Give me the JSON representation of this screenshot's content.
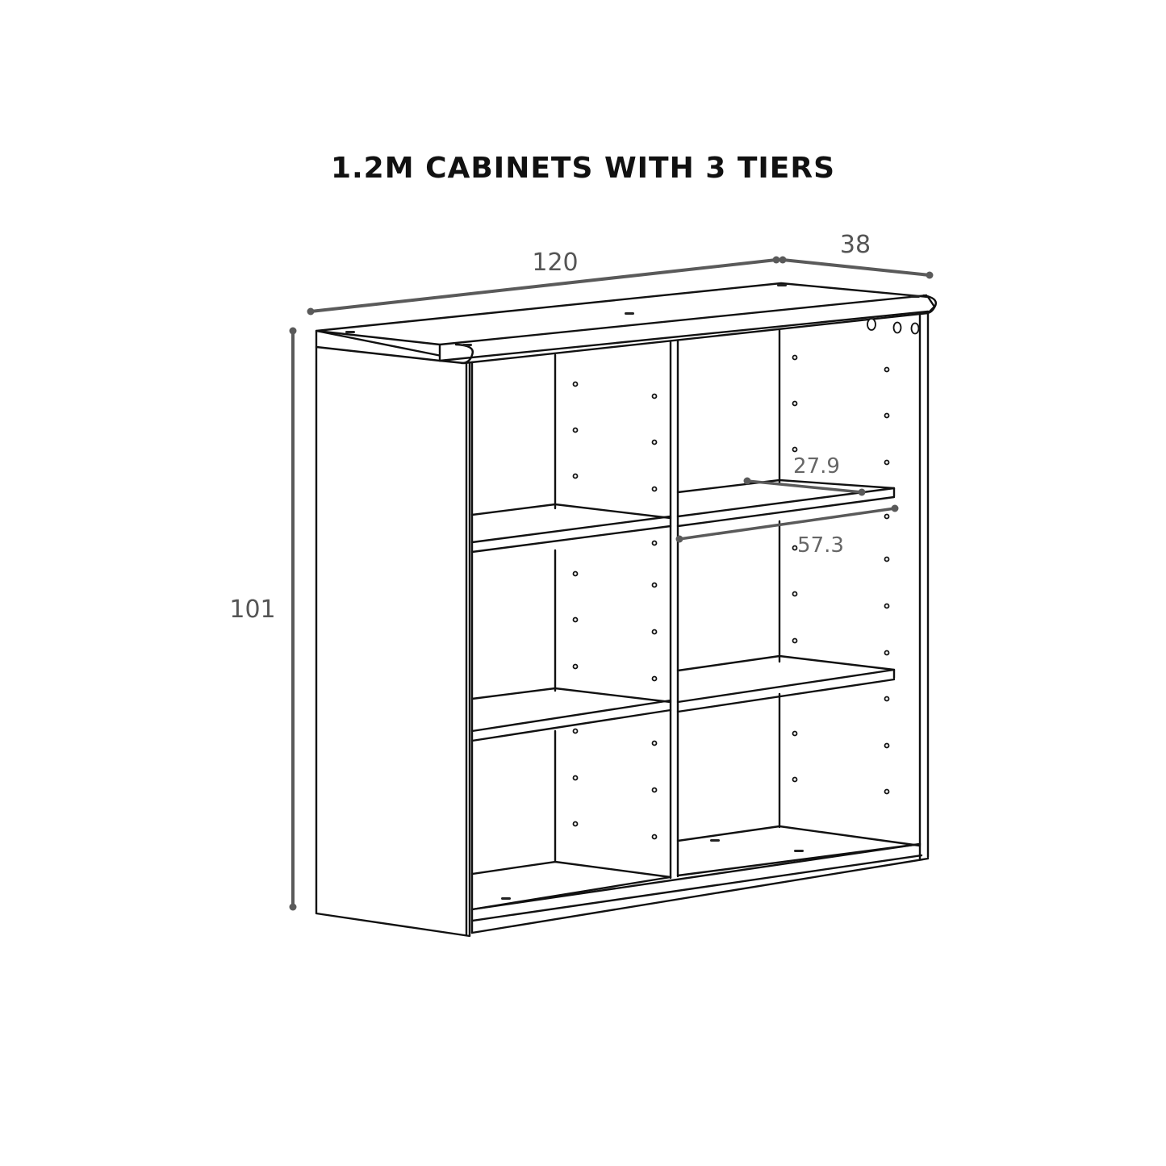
{
  "title": "1.2M CABINETS WITH 3 TIERS",
  "product": {
    "type": "open shelving cabinet",
    "columns": 2,
    "tiers": 3
  },
  "dimensions": {
    "width": {
      "label": "120",
      "value": 120
    },
    "depth": {
      "label": "38",
      "value": 38
    },
    "height": {
      "label": "101",
      "value": 101
    },
    "shelf_depth": {
      "label": "27.9",
      "value": 27.9
    },
    "shelf_width": {
      "label": "57.3",
      "value": 57.3
    }
  },
  "colors": {
    "outline": "#111111",
    "dimension_line": "#5a5a5a",
    "dimension_text": "#555555",
    "background": "#ffffff"
  }
}
